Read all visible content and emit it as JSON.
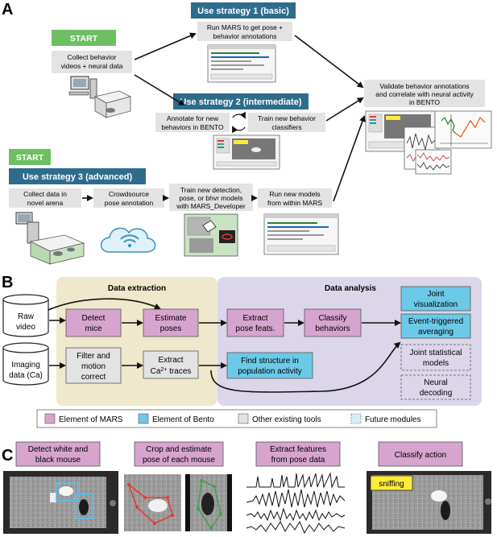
{
  "panels": {
    "a": "A",
    "b": "B",
    "c": "C"
  },
  "panelA": {
    "start1": "START",
    "start1_l1": "Collect behavior",
    "start1_l2": "videos + neural data",
    "s1_title": "Use strategy 1 (basic)",
    "s1_l1": "Run MARS to get pose +",
    "s1_l2": "behavior annotations",
    "s2_title": "Use strategy 2 (intermediate)",
    "s2a_l1": "Annotate for new",
    "s2a_l2": "behaviors in BENTO",
    "s2b_l1": "Train new behavior",
    "s2b_l2": "classifiers",
    "start3": "START",
    "s3_title": "Use strategy 3 (advanced)",
    "s3a_l1": "Collect data in",
    "s3a_l2": "novel arena",
    "s3b_l1": "Crowdsource",
    "s3b_l2": "pose annotation",
    "s3c_l1": "Train new detection,",
    "s3c_l2": "pose, or bhvr models",
    "s3c_l3": "with MARS_Developer",
    "s3d_l1": "Run new models",
    "s3d_l2": "from within MARS",
    "val_l1": "Validate behavior annotations",
    "val_l2": "and correlate with neural activity",
    "val_l3": "in BENTO"
  },
  "panelB": {
    "extraction_title": "Data extraction",
    "analysis_title": "Data analysis",
    "raw_l1": "Raw",
    "raw_l2": "video",
    "img_l1": "Imaging",
    "img_l2": "data (Ca)",
    "detect_l1": "Detect",
    "detect_l2": "mice",
    "estimate_l1": "Estimate",
    "estimate_l2": "poses",
    "filter_l1": "Filter and",
    "filter_l2": "motion",
    "filter_l3": "correct",
    "ca_l1": "Extract",
    "ca_l2a": "Ca",
    "ca_l2b": "2+",
    "ca_l2c": " traces",
    "extract_l1": "Extract",
    "extract_l2": "pose feats.",
    "classify_l1": "Classify",
    "classify_l2": "behaviors",
    "find_l1": "Find structure in",
    "find_l2": "population activity",
    "joint_l1": "Joint",
    "joint_l2": "visualization",
    "event_l1": "Event-triggered",
    "event_l2": "averaging",
    "stat_l1": "Joint statistical",
    "stat_l2": "models",
    "neural_l1": "Neural",
    "neural_l2": "decoding",
    "legend": {
      "mars": "Element of MARS",
      "bento": "Element of Bento",
      "other": "Other existing tools",
      "future": "Future modules"
    }
  },
  "panelC": {
    "h1_l1": "Detect white and",
    "h1_l2": "black mouse",
    "h2_l1": "Crop and estimate",
    "h2_l2": "pose of each mouse",
    "h3_l1": "Extract features",
    "h3_l2": "from pose data",
    "h4": "Classify action",
    "sniffing": "sniffing"
  },
  "colors": {
    "mars": "#d6a4cf",
    "bento": "#6cc9e8",
    "other": "#e3e3e3",
    "extraction_bg": "#f0e8cc",
    "analysis_bg": "#dcd6ea",
    "strategy": "#2e6c8c",
    "start": "#6dbf62"
  }
}
